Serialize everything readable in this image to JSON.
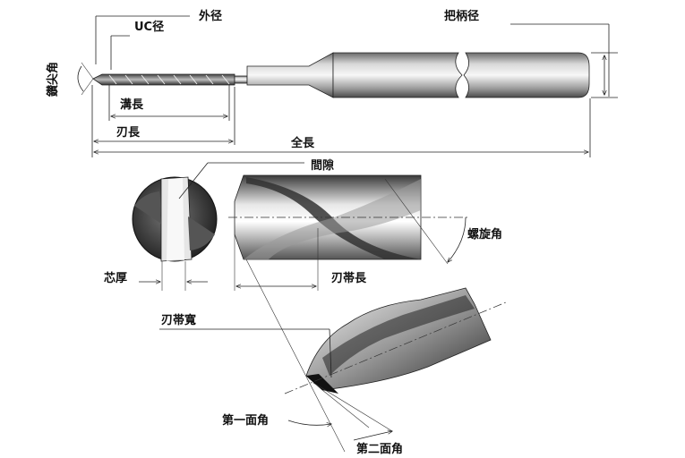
{
  "labels": {
    "uc_diameter": "UC径",
    "outer_diameter": "外径",
    "shank_diameter": "把柄径",
    "point_angle": "鑚尖角",
    "flute_length": "溝長",
    "cutting_length": "刃長",
    "overall_length": "全長",
    "clearance": "間隙",
    "helix_angle": "螺旋角",
    "web_thickness": "芯厚",
    "margin_length": "刃帯長",
    "margin_width": "刃帯寬",
    "primary_angle": "第一面角",
    "secondary_angle": "第二面角"
  },
  "colors": {
    "ink": "#111111",
    "steel_dark": "#5a5a5a",
    "steel_light": "#f2f2f2",
    "cross_section": "#3a3a3a"
  }
}
